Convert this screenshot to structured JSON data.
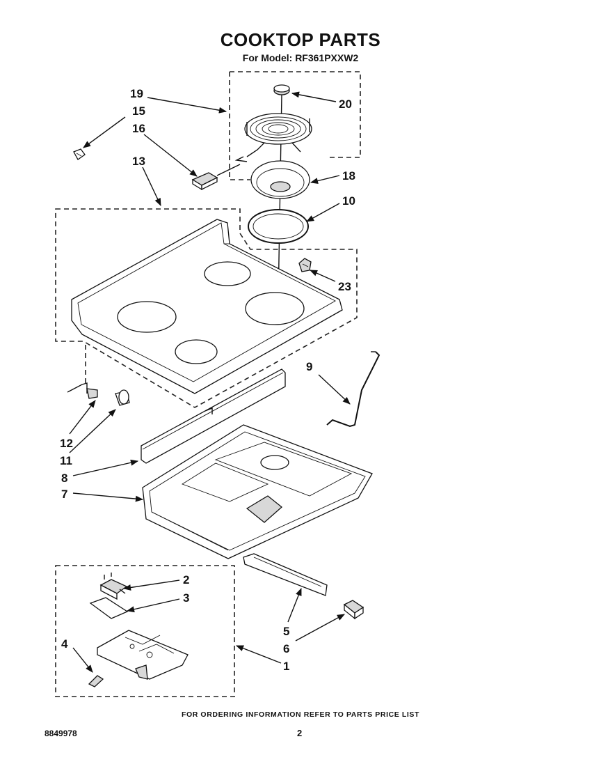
{
  "header": {
    "title": "COOKTOP PARTS",
    "subtitle": "For Model: RF361PXXW2"
  },
  "callouts": [
    "19",
    "15",
    "16",
    "20",
    "13",
    "18",
    "10",
    "23",
    "9",
    "12",
    "11",
    "8",
    "7",
    "2",
    "3",
    "4",
    "5",
    "6",
    "1"
  ],
  "footer": {
    "ordering_note": "FOR ORDERING INFORMATION REFER TO PARTS PRICE LIST",
    "document_number": "8849978",
    "page_number": "2"
  }
}
